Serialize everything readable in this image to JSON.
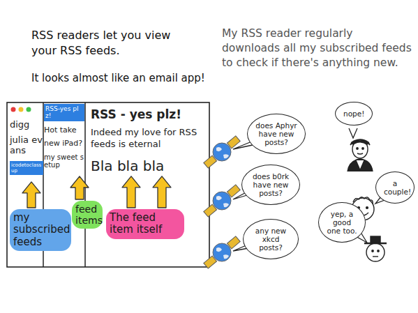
{
  "diagram": {
    "nodes": [
      {
        "text": [
          "digg",
          "julia evans",
          "icodetoclassup"
        ]
      },
      {
        "text": [
          "RSS-yes plz!",
          "Hot take",
          "new iPad?",
          "my sweet setup"
        ]
      },
      {
        "text": [
          "RSS - yes plz!",
          "Indeed my love for RSS feeds is eternal",
          "Bla bla bla"
        ]
      },
      {
        "text": [
          "my subscribed feeds"
        ]
      },
      {
        "text": [
          "feed items"
        ]
      },
      {
        "text": [
          "The feed item itself"
        ]
      },
      {
        "text": [
          "does Aphyr have new posts?"
        ]
      },
      {
        "text": [
          "nope!"
        ]
      },
      {
        "text": [
          "does b0rk have new posts?"
        ]
      },
      {
        "text": [
          "a couple!"
        ]
      },
      {
        "text": [
          "any new xkcd posts?"
        ]
      },
      {
        "text": [
          "yep, a good one too."
        ]
      }
    ],
    "edges": [
      {
        "from": 3,
        "to": 0,
        "arrow": "to"
      },
      {
        "from": 4,
        "to": 1,
        "arrow": "to"
      },
      {
        "from": 5,
        "to": 2,
        "arrow": "to"
      },
      {
        "from": 5,
        "to": 2,
        "arrow": "to"
      }
    ],
    "labels": [
      "RSS readers let you view your RSS feeds.",
      "It looks almost like an email app!",
      "My RSS reader regularly downloads all my subscribed feeds to check if there's anything new."
    ]
  }
}
